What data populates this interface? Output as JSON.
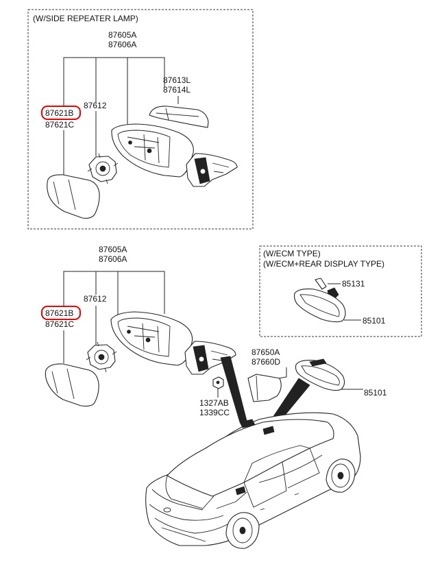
{
  "groups": {
    "side_repeater": {
      "title": "(W/SIDE REPEATER LAMP)",
      "parts": {
        "mirror_assy_lh": "87605A",
        "mirror_assy_rh": "87606A",
        "repeater_lamp_lh": "87613L",
        "repeater_lamp_rh": "87614L",
        "actuator": "87612",
        "glass_primary": "87621B",
        "glass_alt": "87621C"
      }
    },
    "standard": {
      "parts": {
        "mirror_assy_lh": "87605A",
        "mirror_assy_rh": "87606A",
        "actuator": "87612",
        "glass_primary": "87621B",
        "glass_alt": "87621C",
        "nut_1": "1327AB",
        "nut_2": "1339CC",
        "cover_1": "87650A",
        "cover_2": "87660D",
        "inside_mirror": "85101"
      }
    },
    "ecm": {
      "title_1": "(W/ECM TYPE)",
      "title_2": "(W/ECM+REAR DISPLAY TYPE)",
      "parts": {
        "bracket": "85131",
        "inside_mirror": "85101"
      }
    }
  },
  "highlight_color": "#e60000"
}
